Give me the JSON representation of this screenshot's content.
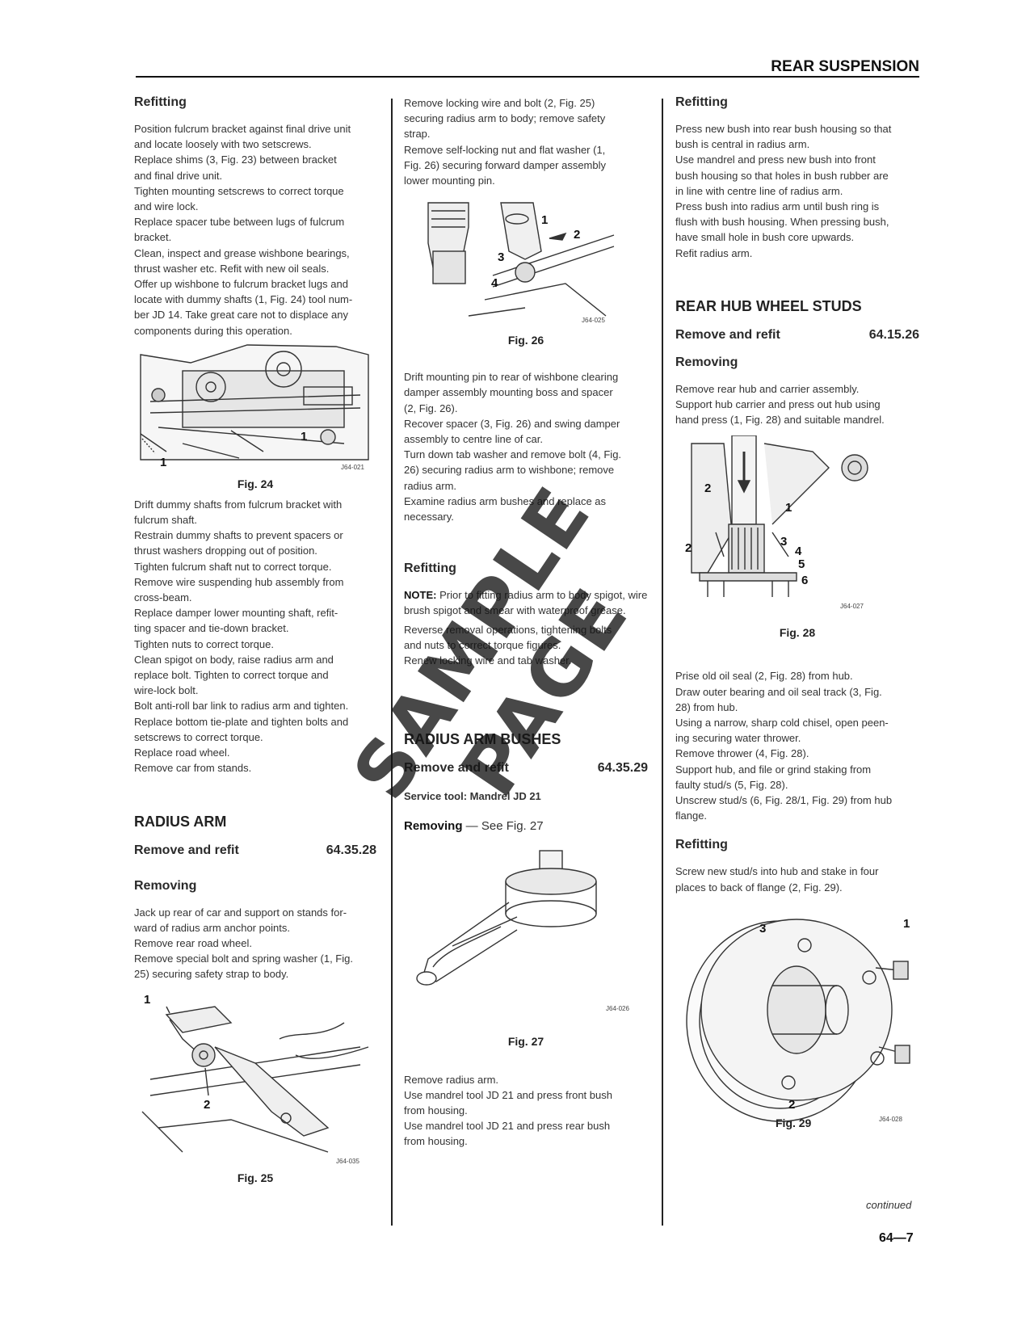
{
  "header": {
    "section_title": "REAR SUSPENSION"
  },
  "col1": {
    "refitting_heading": "Refitting",
    "refitting_text": [
      "Position fulcrum bracket against final drive unit",
      "and locate loosely with two setscrews.",
      "Replace shims (3, Fig. 23) between bracket",
      "and final drive unit.",
      "Tighten mounting setscrews to correct torque",
      "and wire lock.",
      "Replace spacer tube between lugs of fulcrum",
      "bracket.",
      "Clean, inspect and grease wishbone bearings,",
      "thrust washer etc. Refit with new oil seals.",
      "Offer up wishbone to fulcrum bracket lugs and",
      "locate with dummy shafts (1, Fig. 24) tool num-",
      "ber JD 14. Take great care not to displace any",
      "components during this operation."
    ],
    "fig24": {
      "caption": "Fig. 24",
      "ref": "J64-021",
      "label_a": "1",
      "label_b": "1"
    },
    "after_fig24_text": [
      "Drift dummy shafts from fulcrum bracket with",
      "fulcrum shaft.",
      "Restrain dummy shafts to prevent spacers or",
      "thrust washers dropping out of position.",
      "Tighten fulcrum shaft nut to correct torque.",
      "Remove wire suspending hub assembly from",
      "cross-beam.",
      "Replace damper lower mounting shaft, refit-",
      "ting spacer and tie-down bracket.",
      "Tighten nuts to correct torque.",
      "Clean spigot on body, raise radius arm and",
      "replace bolt. Tighten to correct torque and",
      "wire-lock bolt.",
      "Bolt anti-roll bar link to radius arm and tighten.",
      "Replace bottom tie-plate and tighten bolts and",
      "setscrews to correct torque.",
      "Replace road wheel.",
      "Remove car from stands."
    ],
    "radius_arm_heading": "RADIUS ARM",
    "remove_refit_label": "Remove and refit",
    "remove_refit_code": "64.35.28",
    "removing_heading": "Removing",
    "removing_text": [
      "Jack up rear of car and support on stands for-",
      "ward of radius arm anchor points.",
      "Remove rear road wheel.",
      "Remove special bolt and spring washer (1, Fig.",
      "25) securing safety strap to body."
    ],
    "fig25": {
      "caption": "Fig. 25",
      "ref": "J64-035",
      "label_a": "1",
      "label_b": "2"
    }
  },
  "col2": {
    "top_text": [
      "Remove locking wire and bolt (2, Fig. 25)",
      "securing radius arm to body; remove safety",
      "strap.",
      "Remove self-locking nut and flat washer (1,",
      "Fig. 26) securing forward damper assembly",
      "lower mounting pin."
    ],
    "fig26": {
      "caption": "Fig. 26",
      "ref": "J64-025",
      "l1": "1",
      "l2": "2",
      "l3": "3",
      "l4": "4"
    },
    "after_fig26_text": [
      "Drift mounting pin to rear of wishbone clearing",
      "damper assembly mounting boss and spacer",
      "(2, Fig. 26).",
      "Recover spacer (3, Fig. 26) and swing damper",
      "assembly to centre line of car.",
      "Turn down tab washer and remove bolt (4, Fig.",
      "26) securing radius arm to wishbone; remove",
      "radius arm.",
      "Examine radius arm bushes and replace as",
      "necessary."
    ],
    "refitting_heading": "Refitting",
    "note_label": "NOTE:",
    "note_text": "Prior to fitting radius arm to body spigot, wire brush spigot and smear with waterproof grease.",
    "refitting_text": [
      "Reverse removal operations, tightening bolts",
      "and nuts to correct torque figures.",
      "Renew locking wire and tab washer."
    ],
    "bushes_heading": "RADIUS ARM BUSHES",
    "remove_refit_label": "Remove and refit",
    "remove_refit_code": "64.35.29",
    "service_tool": "Service tool: Mandrel JD 21",
    "removing_label": "Removing",
    "removing_see": " — See Fig. 27",
    "fig27": {
      "caption": "Fig. 27",
      "ref": "J64-026"
    },
    "after_fig27_text": [
      "Remove radius arm.",
      "Use mandrel tool JD 21 and press front bush",
      "from housing.",
      "Use mandrel tool JD 21 and press rear bush",
      "from housing."
    ]
  },
  "col3": {
    "refitting_heading": "Refitting",
    "refitting_text": [
      "Press new bush into rear bush housing so that",
      "bush is central in radius arm.",
      "Use mandrel and press new bush into front",
      "bush housing so that holes in bush rubber are",
      "in line with centre line of radius arm.",
      "Press bush into radius arm until bush ring is",
      "flush with bush housing. When pressing bush,",
      "have small hole in bush core upwards.",
      "Refit radius arm."
    ],
    "studs_heading": "REAR HUB WHEEL STUDS",
    "remove_refit_label": "Remove and refit",
    "remove_refit_code": "64.15.26",
    "removing_heading": "Removing",
    "removing_text": [
      "Remove rear hub and carrier assembly.",
      "Support hub carrier and press out hub using",
      "hand press (1, Fig. 28) and suitable mandrel."
    ],
    "fig28": {
      "caption": "Fig. 28",
      "ref": "J64-027",
      "l1": "1",
      "l2": "2",
      "l2b": "2",
      "l3": "3",
      "l4": "4",
      "l5": "5",
      "l6": "6"
    },
    "after_fig28_text": [
      "Prise old oil seal (2, Fig. 28) from hub.",
      "Draw outer bearing and oil seal track (3, Fig.",
      "28) from hub.",
      "Using a narrow, sharp cold chisel, open peen-",
      "ing securing water thrower.",
      "Remove thrower (4, Fig. 28).",
      "Support hub, and file or grind staking from",
      "faulty stud/s (5, Fig. 28).",
      "Unscrew stud/s (6, Fig. 28/1, Fig. 29) from hub",
      "flange."
    ],
    "refitting2_heading": "Refitting",
    "refitting2_text": [
      "Screw new stud/s into hub and stake in four",
      "places to back of flange (2, Fig. 29)."
    ],
    "fig29": {
      "caption": "Fig. 29",
      "ref": "J64-028",
      "l1": "1",
      "l2": "2",
      "l3": "3"
    }
  },
  "footer": {
    "continued": "continued",
    "page_number": "64—7"
  },
  "watermark": "SAMPLE PAGE"
}
